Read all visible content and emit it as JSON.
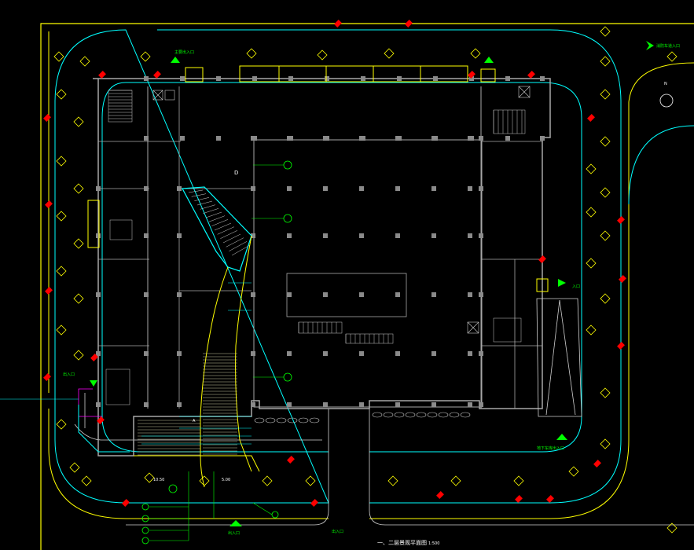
{
  "drawing": {
    "title": "一、二层景观平面图",
    "scale": "1:500",
    "north_label": "N",
    "entrances": {
      "top": "主要出入口",
      "top_right": "消防车道入口",
      "right": "入口",
      "left": "出入口",
      "bottom": "出入口",
      "bottom_right": "地下车库出入口"
    },
    "circles": {
      "d": "D",
      "a": "A"
    },
    "dims": {
      "ten": "10.50",
      "five": "5.00"
    }
  },
  "colors": {
    "background": "#000000",
    "property_line": "#ffff00",
    "fire_lane": "#00ffff",
    "building": "#b0b0b0",
    "trees": "#ffff00",
    "markers": "#ff0000",
    "arrows": "#00ff00",
    "annotation": "#ff00ff"
  }
}
